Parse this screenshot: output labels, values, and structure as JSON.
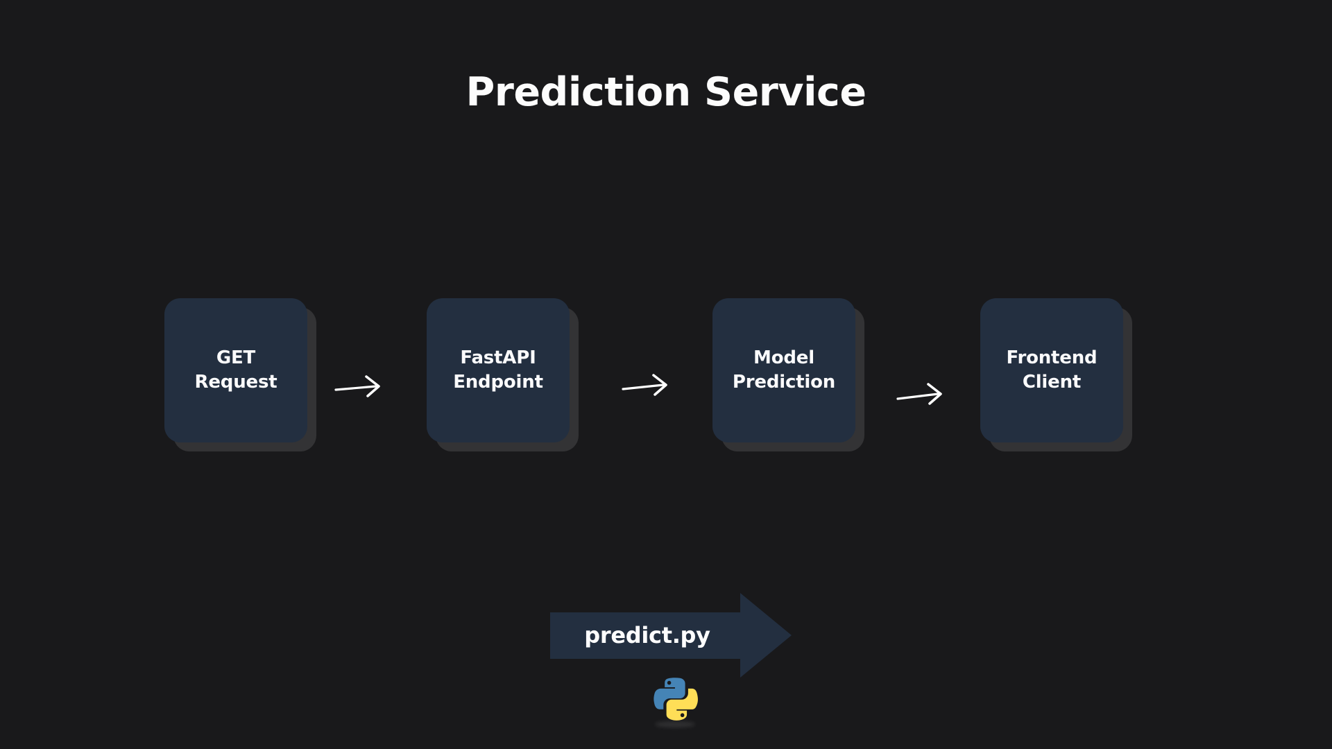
{
  "page": {
    "title": "Prediction Service",
    "background_color": "#19191b"
  },
  "diagram": {
    "type": "flow",
    "box_fill_color": "#232f40",
    "box_text_color": "#fbfbfc",
    "arrow_color": "#ffffff",
    "nodes": [
      {
        "id": "get-request",
        "line1": "GET",
        "line2": "Request"
      },
      {
        "id": "fastapi-endpoint",
        "line1": "FastAPI",
        "line2": "Endpoint"
      },
      {
        "id": "model-prediction",
        "line1": "Model",
        "line2": "Prediction"
      },
      {
        "id": "frontend-client",
        "line1": "Frontend",
        "line2": "Client"
      }
    ],
    "connectors": [
      {
        "id": "connector-1",
        "from": "get-request",
        "to": "fastapi-endpoint",
        "glyph": "arrow-right"
      },
      {
        "id": "connector-2",
        "from": "fastapi-endpoint",
        "to": "model-prediction",
        "glyph": "arrow-right"
      },
      {
        "id": "connector-3",
        "from": "model-prediction",
        "to": "frontend-client",
        "glyph": "arrow-right"
      }
    ]
  },
  "banner": {
    "label": "predict.py",
    "fill_color": "#232f40",
    "shape": "arrow-right-banner"
  },
  "logo": {
    "name": "python-logo",
    "blue": "#4584b6",
    "yellow": "#ffde57"
  }
}
